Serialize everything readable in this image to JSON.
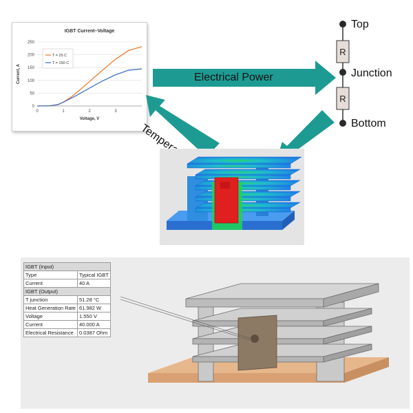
{
  "chart_data": {
    "type": "line",
    "title": "IGBT Current–Voltage",
    "xlabel": "Voltage, V",
    "ylabel": "Current, A",
    "xlim": [
      0,
      4
    ],
    "ylim": [
      0,
      250
    ],
    "xticks": [
      "0",
      "1",
      "2",
      "3"
    ],
    "yticks": [
      "0",
      "50",
      "100",
      "150",
      "200",
      "250"
    ],
    "legend_position": "top-left",
    "series": [
      {
        "name": "T = 25 C",
        "color": "#ed7d31",
        "x": [
          0,
          0.5,
          0.8,
          1.0,
          1.3,
          1.6,
          2.0,
          2.5,
          3.0,
          3.5,
          4.0
        ],
        "y": [
          0,
          1,
          5,
          15,
          35,
          60,
          95,
          140,
          183,
          217,
          232
        ]
      },
      {
        "name": "T = 150 C",
        "color": "#4472c4",
        "x": [
          0,
          0.5,
          0.8,
          1.0,
          1.3,
          1.6,
          2.0,
          2.5,
          3.0,
          3.5,
          4.0
        ],
        "y": [
          0,
          1,
          6,
          15,
          30,
          47,
          70,
          98,
          122,
          140,
          145
        ]
      }
    ]
  },
  "arrows": {
    "electrical_power": "Electrical Power",
    "temperature": "Temperature",
    "teal_color": "#1d9b93"
  },
  "resistor_network": {
    "top": "Top",
    "junction": "Junction",
    "bottom": "Bottom",
    "resistor_symbol": "R"
  },
  "table": {
    "input_header": "IGBT (Input)",
    "input_rows": [
      {
        "label": "Type",
        "value": "Typical IGBT"
      },
      {
        "label": "Current",
        "value": "40 A"
      }
    ],
    "output_header": "IGBT (Output)",
    "output_rows": [
      {
        "label": "T junction",
        "value": "51.28 °C"
      },
      {
        "label": "Heat Generation Rate",
        "value": "61.982 W"
      },
      {
        "label": "Voltage",
        "value": "1.550 V"
      },
      {
        "label": "Current",
        "value": "40.000 A"
      },
      {
        "label": "Electrical Resistance",
        "value": "0.0387 Ohm"
      }
    ]
  }
}
